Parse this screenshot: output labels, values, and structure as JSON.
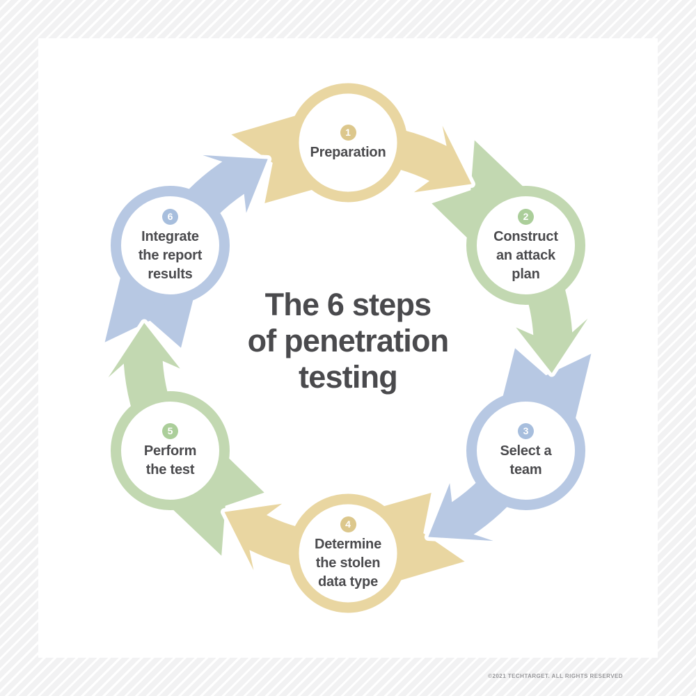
{
  "title": {
    "lines": [
      "The 6 steps",
      "of penetration",
      "testing"
    ]
  },
  "steps": [
    {
      "number": "1",
      "label_lines": [
        "Preparation"
      ],
      "ring_color": "#e9d6a1",
      "badge_color": "#dcc78c"
    },
    {
      "number": "2",
      "label_lines": [
        "Construct",
        "an attack",
        "plan"
      ],
      "ring_color": "#c2d8b1",
      "badge_color": "#abce9a"
    },
    {
      "number": "3",
      "label_lines": [
        "Select a",
        "team"
      ],
      "ring_color": "#b7c8e3",
      "badge_color": "#a7bedd"
    },
    {
      "number": "4",
      "label_lines": [
        "Determine",
        "the stolen",
        "data type"
      ],
      "ring_color": "#e9d6a1",
      "badge_color": "#dcc78c"
    },
    {
      "number": "5",
      "label_lines": [
        "Perform",
        "the test"
      ],
      "ring_color": "#c2d8b1",
      "badge_color": "#abce9a"
    },
    {
      "number": "6",
      "label_lines": [
        "Integrate",
        "the report",
        "results"
      ],
      "ring_color": "#b7c8e3",
      "badge_color": "#a7bedd"
    }
  ],
  "footer": {
    "copyright": "©2021 TECHTARGET. ALL RIGHTS RESERVED"
  },
  "colors": {
    "text": "#4a4a4d",
    "panel": "#ffffff",
    "background_stripe": "#f2f2f3",
    "yellow": "#e9d6a1",
    "green": "#c2d8b1",
    "blue": "#b7c8e3"
  }
}
